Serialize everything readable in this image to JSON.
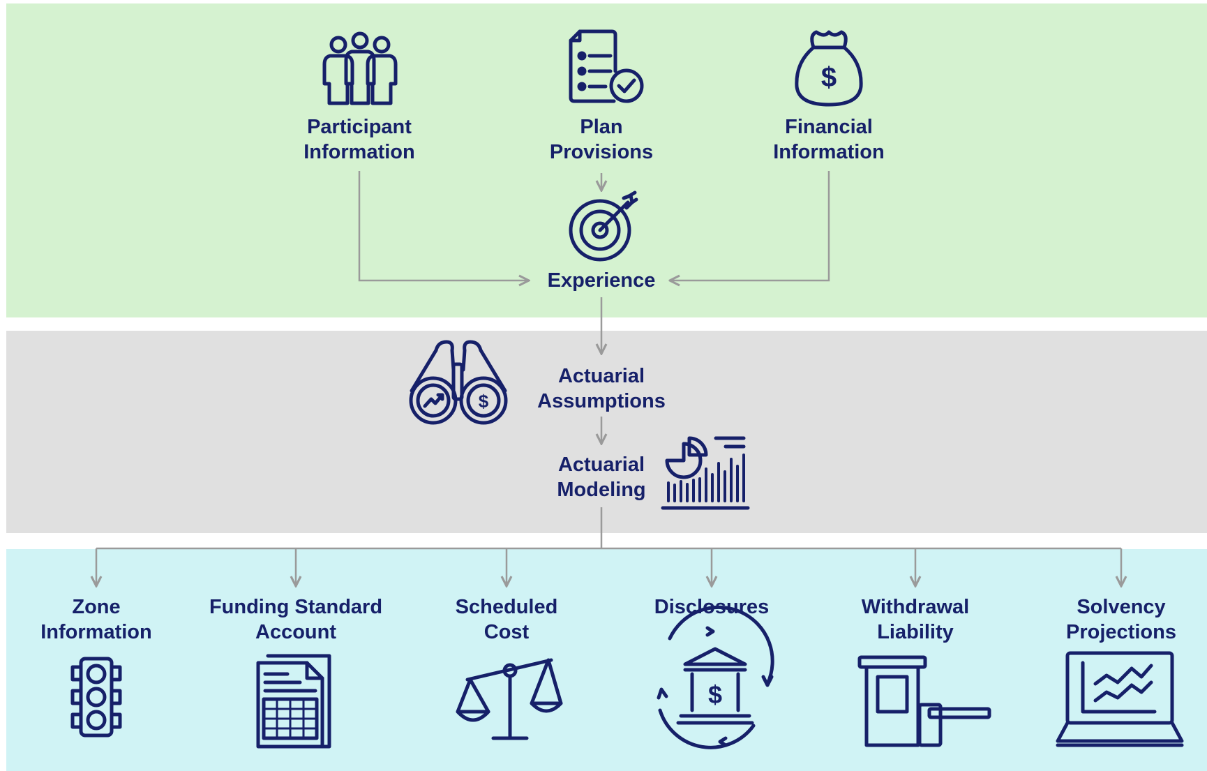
{
  "colors": {
    "band_top": "#d5f2d0",
    "band_middle": "#e0e0e0",
    "band_bottom": "#d0f3f5",
    "icon_navy": "#162069",
    "connector_gray": "#9a9a9a"
  },
  "top": {
    "participant": {
      "line1": "Participant",
      "line2": "Information",
      "icon": "people-icon"
    },
    "plan": {
      "line1": "Plan",
      "line2": "Provisions",
      "icon": "checklist-icon"
    },
    "financial": {
      "line1": "Financial",
      "line2": "Information",
      "icon": "money-bag-icon"
    },
    "experience": {
      "label": "Experience",
      "icon": "target-icon"
    }
  },
  "middle": {
    "assumptions": {
      "line1": "Actuarial",
      "line2": "Assumptions",
      "icon": "binoculars-icon"
    },
    "modeling": {
      "line1": "Actuarial",
      "line2": "Modeling",
      "icon": "chart-icon"
    }
  },
  "bottom": [
    {
      "line1": "Zone",
      "line2": "Information",
      "icon": "traffic-light-icon"
    },
    {
      "line1": "Funding Standard",
      "line2": "Account",
      "icon": "spreadsheet-icon"
    },
    {
      "line1": "Scheduled",
      "line2": "Cost",
      "icon": "scales-icon"
    },
    {
      "line1": "Disclosures",
      "line2": "",
      "icon": "bank-cycle-icon"
    },
    {
      "line1": "Withdrawal",
      "line2": "Liability",
      "icon": "exit-gate-icon"
    },
    {
      "line1": "Solvency",
      "line2": "Projections",
      "icon": "laptop-chart-icon"
    }
  ]
}
